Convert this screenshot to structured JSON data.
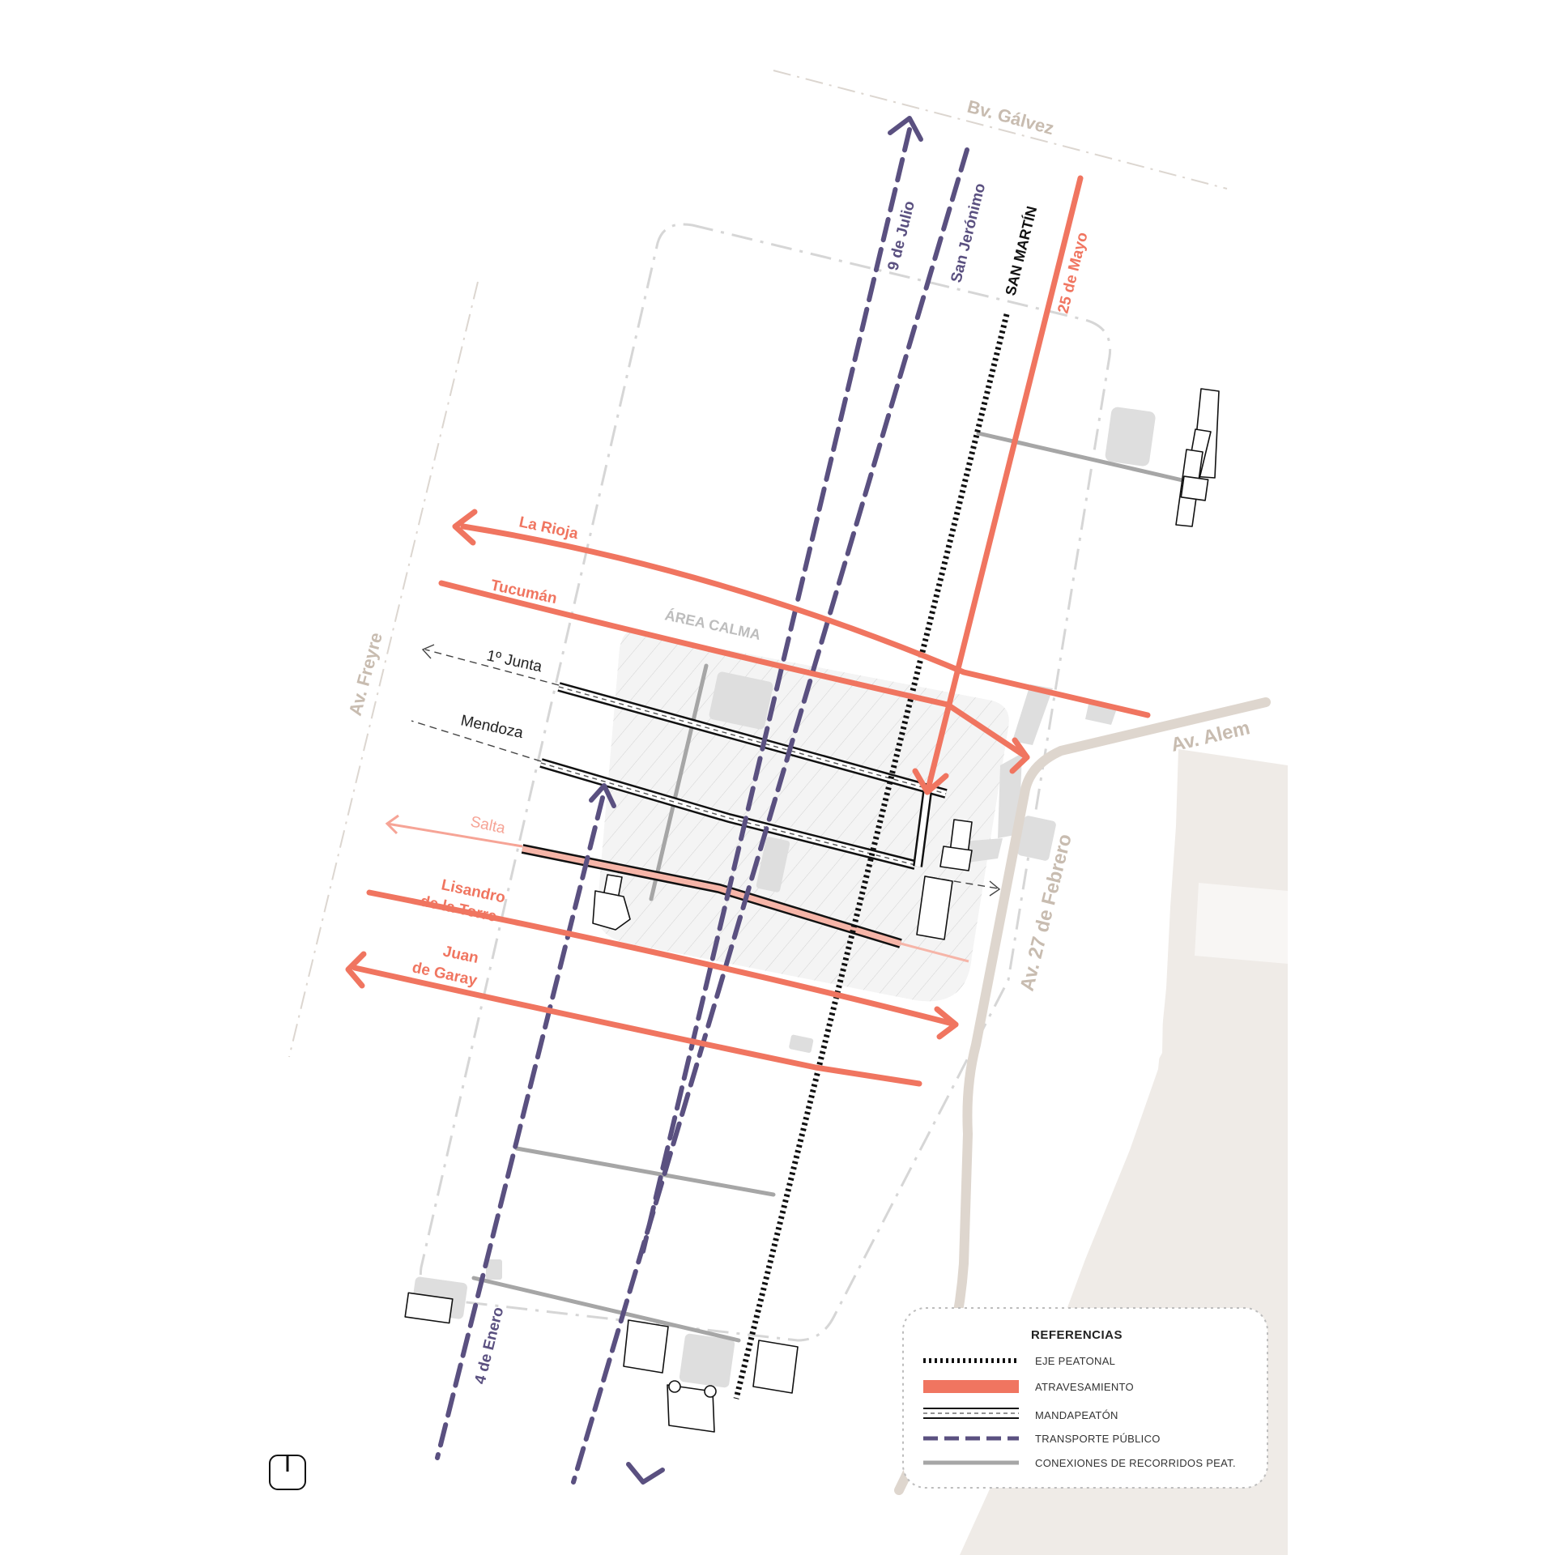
{
  "colors": {
    "atravesamiento": "#f07560",
    "transporte": "#5a5080",
    "peatonal": "#111111",
    "conexiones": "#9e9e9e",
    "avenidas": "#c8bcb0",
    "area": "#cfcfcf",
    "water": "#efebe7"
  },
  "avenues": {
    "galvez": "Bv. Gálvez",
    "freyre": "Av. Freyre",
    "alem": "Av. Alem",
    "febrero": "Av. 27 de Febrero"
  },
  "transport_streets": {
    "nueve_julio": "9 de Julio",
    "san_jeronimo": "San Jerónimo",
    "cuatro_enero": "4 de Enero"
  },
  "pedestrian_axis": "SAN MARTÍN",
  "crossing_streets": {
    "veinticinco_mayo": "25 de Mayo",
    "la_rioja": "La Rioja",
    "tucuman": "Tucumán",
    "lisandro_1": "Lisandro",
    "lisandro_2": "de la Torre",
    "garay_1": "Juan",
    "garay_2": "de Garay"
  },
  "mandapeaton_streets": {
    "primera_junta": "1º Junta",
    "mendoza": "Mendoza",
    "salta": "Salta"
  },
  "area_label": "ÁREA CALMA",
  "legend": {
    "title": "REFERENCIAS",
    "items": [
      {
        "label": "EJE PEATONAL",
        "symbol": "dotted-black"
      },
      {
        "label": "ATRAVESAMIENTO",
        "symbol": "thick-coral"
      },
      {
        "label": "MANDAPEATÓN",
        "symbol": "double-line"
      },
      {
        "label": "TRANSPORTE PÚBLICO",
        "symbol": "dashed-purple"
      },
      {
        "label": "CONEXIONES DE RECORRIDOS PEAT.",
        "symbol": "gray-line"
      }
    ]
  },
  "north_symbol": "north-arrow-icon"
}
